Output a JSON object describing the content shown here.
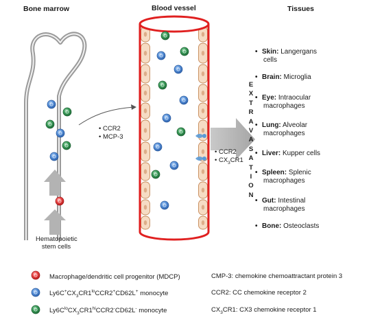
{
  "headers": {
    "bone_marrow": "Bone marrow",
    "blood_vessel": "Blood vessel",
    "tissues": "Tissues"
  },
  "stem_cells": {
    "line1": "Hematopoietic",
    "line2": "stem cells"
  },
  "marrow_exit_labels": [
    "CCR2",
    "MCP-3"
  ],
  "vessel_exit_labels": [
    "CCR2",
    "CX3CR1"
  ],
  "extravasation": [
    "E",
    "X",
    "T",
    "R",
    "A",
    "V",
    "A",
    "S",
    "A",
    "T",
    "I",
    "O",
    "N"
  ],
  "tissues": [
    {
      "organ": "Skin:",
      "cell_line1": " Langergans",
      "cell_line2": "cells"
    },
    {
      "organ": "Brain:",
      "cell_line1": " Microglia",
      "cell_line2": ""
    },
    {
      "organ": "Eye:",
      "cell_line1": " Intraocular",
      "cell_line2": "macrophages"
    },
    {
      "organ": "Lung:",
      "cell_line1": " Alveolar",
      "cell_line2": "macrophages"
    },
    {
      "organ": "Liver:",
      "cell_line1": " Kupper cells",
      "cell_line2": ""
    },
    {
      "organ": "Spleen:",
      "cell_line1": " Splenic",
      "cell_line2": "macrophages"
    },
    {
      "organ": "Gut:",
      "cell_line1": " Intestinal",
      "cell_line2": "macrophages"
    },
    {
      "organ": "Bone:",
      "cell_line1": "  Osteoclasts",
      "cell_line2": ""
    }
  ],
  "legend": {
    "mdcp": "Macrophage/dendritic cell progenitor (MDCP)",
    "ly6c_hi": {
      "a": "Ly6C",
      "a_sup": "+",
      "b": "CX",
      "b_sub": "3",
      "c": "CR1",
      "c_sup": "lo",
      "d": "CCR2",
      "d_sup": "+",
      "e": "CD62L",
      "e_sup": "+",
      "f": "  monocyte"
    },
    "ly6c_lo": {
      "a": "Ly6C",
      "a_sup": "lo",
      "b": "CX",
      "b_sub": "3",
      "c": "CR1",
      "c_sup": "hi",
      "d": "CCR2",
      "d_sup": "-",
      "e": "CD62L",
      "e_sup": "-",
      "f": "  monocyte"
    }
  },
  "abbreviations": [
    "CMP-3: chemokine chemoattractant protein 3",
    "CCR2: CC chemokine receptor 2",
    "CX3CR1: CX3 chemokine receptor 1"
  ],
  "colors": {
    "vessel_wall": "#e02020",
    "cell_fill": "#f6dcc4",
    "cell_stroke": "#c58a5a",
    "blue_cell": "#3a78c9",
    "green_cell": "#2e8b4a",
    "red_cell": "#e03030",
    "arrow_gray": "#b5b5b5",
    "bone_outline": "#a0a0a0",
    "receptor_blue": "#5a9ad6"
  }
}
